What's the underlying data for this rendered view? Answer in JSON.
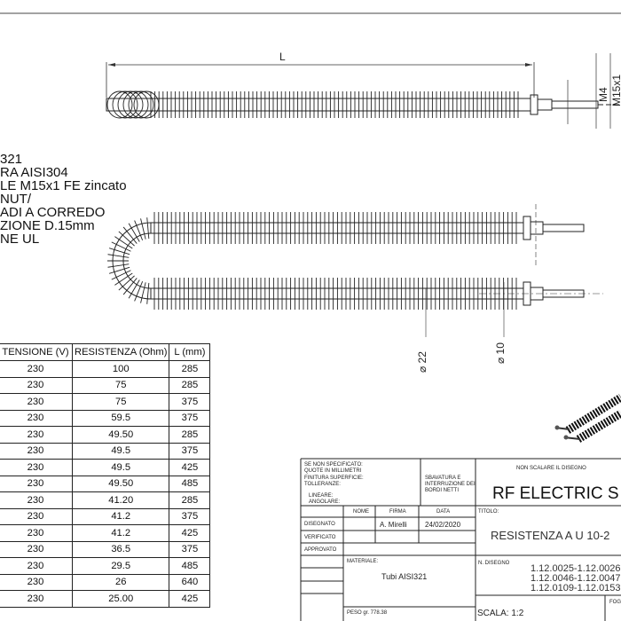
{
  "dimensions": {
    "length": "L",
    "thread_m4": "M4",
    "thread_m15": "M15x1",
    "dia_22": "⌀ 22",
    "dia_10": "⌀ 10"
  },
  "notes": [
    "321",
    "RA AISI304",
    "LE M15x1 FE zincato",
    "NUT/",
    "ADI A CORREDO",
    "ZIONE D.15mm",
    "NE UL"
  ],
  "table": {
    "headers": [
      "TENSIONE (V)",
      "RESISTENZA (Ohm)",
      "L (mm)"
    ],
    "rows": [
      [
        "230",
        "100",
        "285"
      ],
      [
        "230",
        "75",
        "285"
      ],
      [
        "230",
        "75",
        "375"
      ],
      [
        "230",
        "59.5",
        "375"
      ],
      [
        "230",
        "49.50",
        "285"
      ],
      [
        "230",
        "49.5",
        "375"
      ],
      [
        "230",
        "49.5",
        "425"
      ],
      [
        "230",
        "49.50",
        "485"
      ],
      [
        "230",
        "41.20",
        "285"
      ],
      [
        "230",
        "41.2",
        "375"
      ],
      [
        "230",
        "41.2",
        "425"
      ],
      [
        "230",
        "36.5",
        "375"
      ],
      [
        "230",
        "29.5",
        "485"
      ],
      [
        "230",
        "26",
        "640"
      ],
      [
        "230",
        "25.00",
        "425"
      ]
    ]
  },
  "title_block": {
    "general_notes": [
      "SE NON SPECIFICATO:",
      "QUOTE IN MILLIMETRI",
      "FINITURA SUPERFICIE:",
      "TOLLERANZE:",
      "LINEARE:",
      "ANGOLARE:"
    ],
    "deburr_note": [
      "SBAVATURA E",
      "INTERRUZIONE DEI",
      "BORDI NETTI"
    ],
    "no_scale": "NON SCALARE IL DISEGNO",
    "company": "RF ELECTRIC S",
    "col_nome": "NOME",
    "col_firma": "FIRMA",
    "col_data": "DATA",
    "row_disegnato": "DISEGNATO",
    "row_verificato": "VERIFICATO",
    "row_approvato": "APPROVATO",
    "disegnato_firma": "A. Mirelli",
    "disegnato_data": "24/02/2020",
    "titolo_label": "TITOLO:",
    "titolo": "RESISTENZA A U 10-2",
    "materiale_label": "MATERIALE:",
    "materiale": "Tubi AISI321",
    "n_disegno_label": "N. DISEGNO",
    "n_disegno": [
      "1.12.0025-1.12.0026",
      "1.12.0046-1.12.0047",
      "1.12.0109-1.12.0153"
    ],
    "peso": "PESO gr. 778.38",
    "scala": "SCALA: 1:2",
    "foglio": "FOG"
  }
}
